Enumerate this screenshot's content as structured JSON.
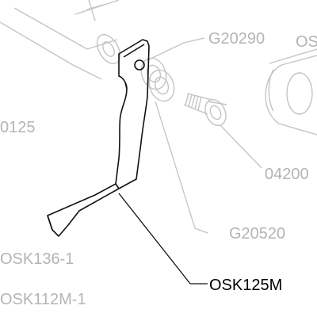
{
  "colors": {
    "background": "#ffffff",
    "label_grey": "#b4b4b4",
    "label_main": "#000000",
    "faded_line": "#c4c4c4",
    "part_line": "#111111"
  },
  "labels": {
    "g20290": "G20290",
    "os_partial": "OS",
    "p0125": "0125",
    "p04200": "04200",
    "g20520": "G20520",
    "osk136": "OSK136-1",
    "osk125m": "OSK125M",
    "osk112m": "OSK112M-1"
  }
}
